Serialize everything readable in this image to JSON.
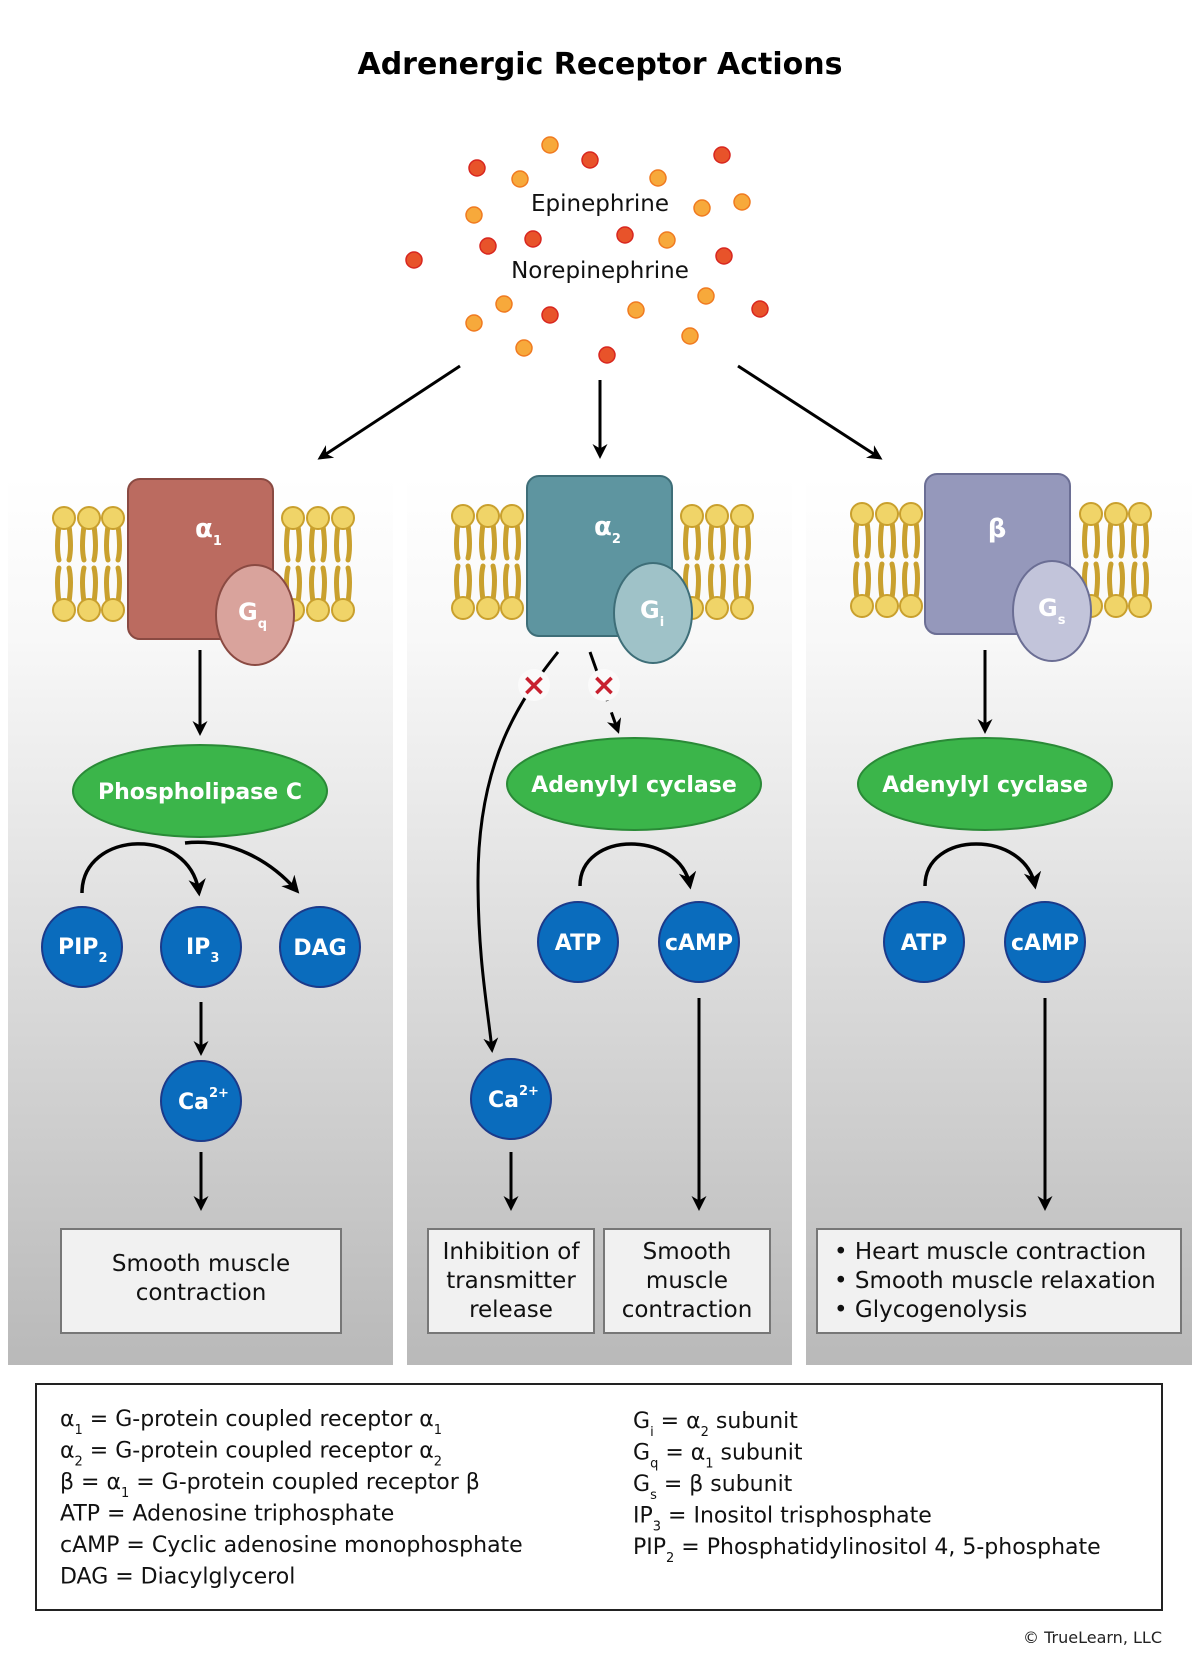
{
  "title": "Adrenergic Receptor Actions",
  "ligands": [
    "Epinephrine",
    "Norepinephrine"
  ],
  "colors": {
    "ligand_red": "#e8532a",
    "ligand_orange": "#f7a93b",
    "membrane_head": "#f0d468",
    "membrane_tail": "#c9a02e",
    "alpha1": "#bb6b60",
    "gq": "#d9a39c",
    "alpha2": "#5e95a0",
    "gi": "#9fc2c8",
    "beta": "#9598bb",
    "gs": "#c2c4da",
    "enzyme_green": "#3bb54a",
    "molecule_blue": "#0a6cbd",
    "inhibit_red": "#c8202f"
  },
  "panels": [
    {
      "receptor": {
        "symbol": "α",
        "sub": "1"
      },
      "gprotein": {
        "symbol": "G",
        "sub": "q"
      },
      "enzyme": "Phospholipase C",
      "molecules": [
        {
          "label": "PIP",
          "sub": "2"
        },
        {
          "label": "IP",
          "sub": "3"
        },
        {
          "label": "DAG",
          "sub": ""
        }
      ],
      "ion": {
        "label": "Ca",
        "sup": "2+"
      },
      "outcome": [
        "Smooth muscle",
        "contraction"
      ]
    },
    {
      "receptor": {
        "symbol": "α",
        "sub": "2"
      },
      "gprotein": {
        "symbol": "G",
        "sub": "i"
      },
      "enzyme": "Adenylyl cyclase",
      "molecules": [
        {
          "label": "ATP",
          "sub": ""
        },
        {
          "label": "cAMP",
          "sub": ""
        }
      ],
      "ion": {
        "label": "Ca",
        "sup": "2+"
      },
      "inhibition_marks": [
        "×",
        "×"
      ],
      "outcomes": [
        [
          "Inhibition of",
          "transmitter",
          "release"
        ],
        [
          "Smooth",
          "muscle",
          "contraction"
        ]
      ]
    },
    {
      "receptor": {
        "symbol": "β",
        "sub": ""
      },
      "gprotein": {
        "symbol": "G",
        "sub": "s"
      },
      "enzyme": "Adenylyl cyclase",
      "molecules": [
        {
          "label": "ATP",
          "sub": ""
        },
        {
          "label": "cAMP",
          "sub": ""
        }
      ],
      "outcome_bullets": [
        "Heart muscle contraction",
        "Smooth muscle relaxation",
        "Glycogenolysis"
      ]
    }
  ],
  "legend": {
    "left": [
      {
        "pre": "α",
        "preSub": "1",
        "text": " = G-protein coupled receptor α",
        "postSub": "1"
      },
      {
        "pre": "α",
        "preSub": "2",
        "text": " = G-protein coupled receptor α",
        "postSub": "2"
      },
      {
        "pre": "β = α",
        "preSub": "1",
        "text": " = G-protein coupled receptor β",
        "postSub": ""
      },
      {
        "pre": "ATP",
        "preSub": "",
        "text": " = Adenosine triphosphate",
        "postSub": ""
      },
      {
        "pre": "cAMP",
        "preSub": "",
        "text": " = Cyclic adenosine monophosphate",
        "postSub": ""
      },
      {
        "pre": "DAG",
        "preSub": "",
        "text": " = Diacylglycerol",
        "postSub": ""
      }
    ],
    "right": [
      {
        "pre": "G",
        "preSub": "i",
        "mid": " = α",
        "midSub": "2",
        "text": " subunit"
      },
      {
        "pre": "G",
        "preSub": "q",
        "mid": " = α",
        "midSub": "1",
        "text": " subunit"
      },
      {
        "pre": "G",
        "preSub": "s",
        "mid": " = β",
        "midSub": "",
        "text": " subunit"
      },
      {
        "pre": "IP",
        "preSub": "3",
        "mid": " = Inositol trisphosphate",
        "midSub": "",
        "text": ""
      },
      {
        "pre": "PIP",
        "preSub": "2",
        "mid": " = Phosphatidylinositol 4, 5-phosphate",
        "midSub": "",
        "text": ""
      }
    ]
  },
  "copyright": "© TrueLearn, LLC"
}
